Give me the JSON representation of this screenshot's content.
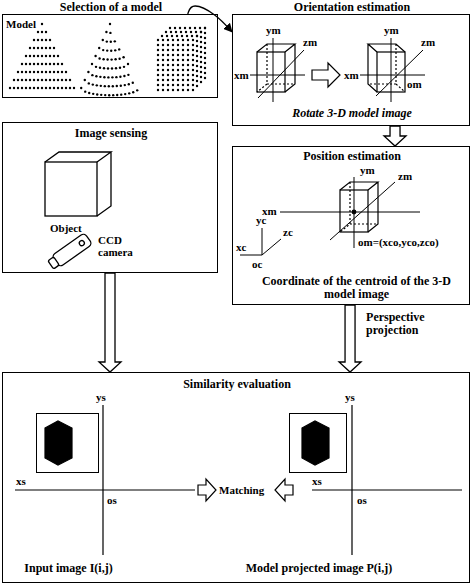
{
  "diagram": {
    "nodes": [
      {
        "text": [
          "Selection of a model"
        ]
      },
      {
        "text": [
          "Orientation estimation",
          "Rotate 3-D model image"
        ]
      },
      {
        "text": [
          "Image sensing"
        ]
      },
      {
        "text": [
          "Position estimation",
          "Coordinate of the centroid of the 3-D model image"
        ]
      },
      {
        "text": [
          "Similarity evaluation"
        ]
      },
      {
        "text": [
          "Input image I(i,j)"
        ],
        "in": 4
      },
      {
        "text": [
          "Model projected image P(i,j)"
        ],
        "in": 4
      }
    ],
    "edges": [
      {
        "from": 0,
        "to": 1,
        "arrow": "to"
      },
      {
        "from": 1,
        "to": 3,
        "arrow": "to"
      },
      {
        "from": 2,
        "to": 4,
        "arrow": "to"
      },
      {
        "from": 3,
        "to": 4,
        "label": "Perspective projection",
        "arrow": "to"
      }
    ],
    "labels": [
      "Model",
      "ym",
      "zm",
      "xm",
      "ym",
      "zm",
      "xm",
      "om",
      "Object",
      "CCD camera",
      "ym",
      "zm",
      "xm",
      "om=(xco,yco,zco)",
      "yc",
      "zc",
      "xc",
      "oc",
      "ys",
      "xs",
      "os",
      "Matching",
      "ys",
      "xs",
      "os"
    ]
  }
}
